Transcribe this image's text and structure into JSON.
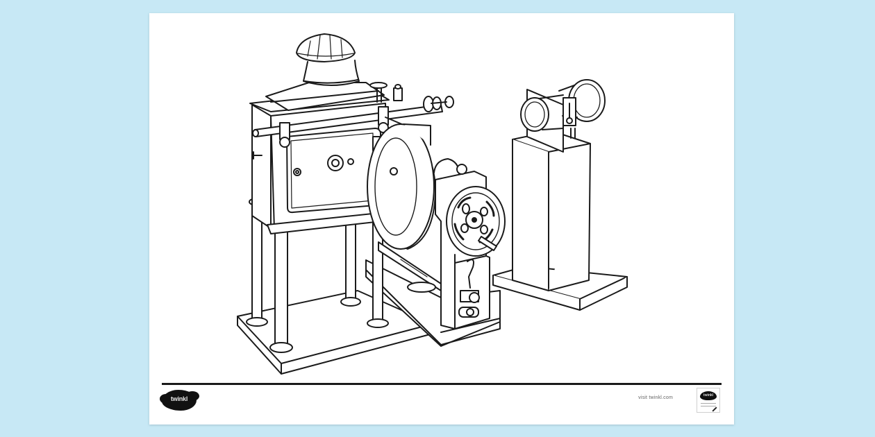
{
  "page": {
    "background_color": "#c7e8f5",
    "sheet_color": "#ffffff",
    "line_color": "#1a1a1a"
  },
  "illustration": {
    "subject": "Antique film projector colouring page",
    "parts": [
      "lamp-house-with-chimney",
      "lamp-house-door",
      "condenser-rod-with-knobs",
      "four-leg-stand",
      "stand-base",
      "film-reel-disc",
      "hand-crank-wheel",
      "crank-mechanism-housing",
      "lens-tube",
      "lens-pedestal",
      "pedestal-base"
    ]
  },
  "footer": {
    "brand_logo_text": "twinkl",
    "url_text": "visit twinkl.com",
    "badge_logo_text": "twinkl"
  }
}
